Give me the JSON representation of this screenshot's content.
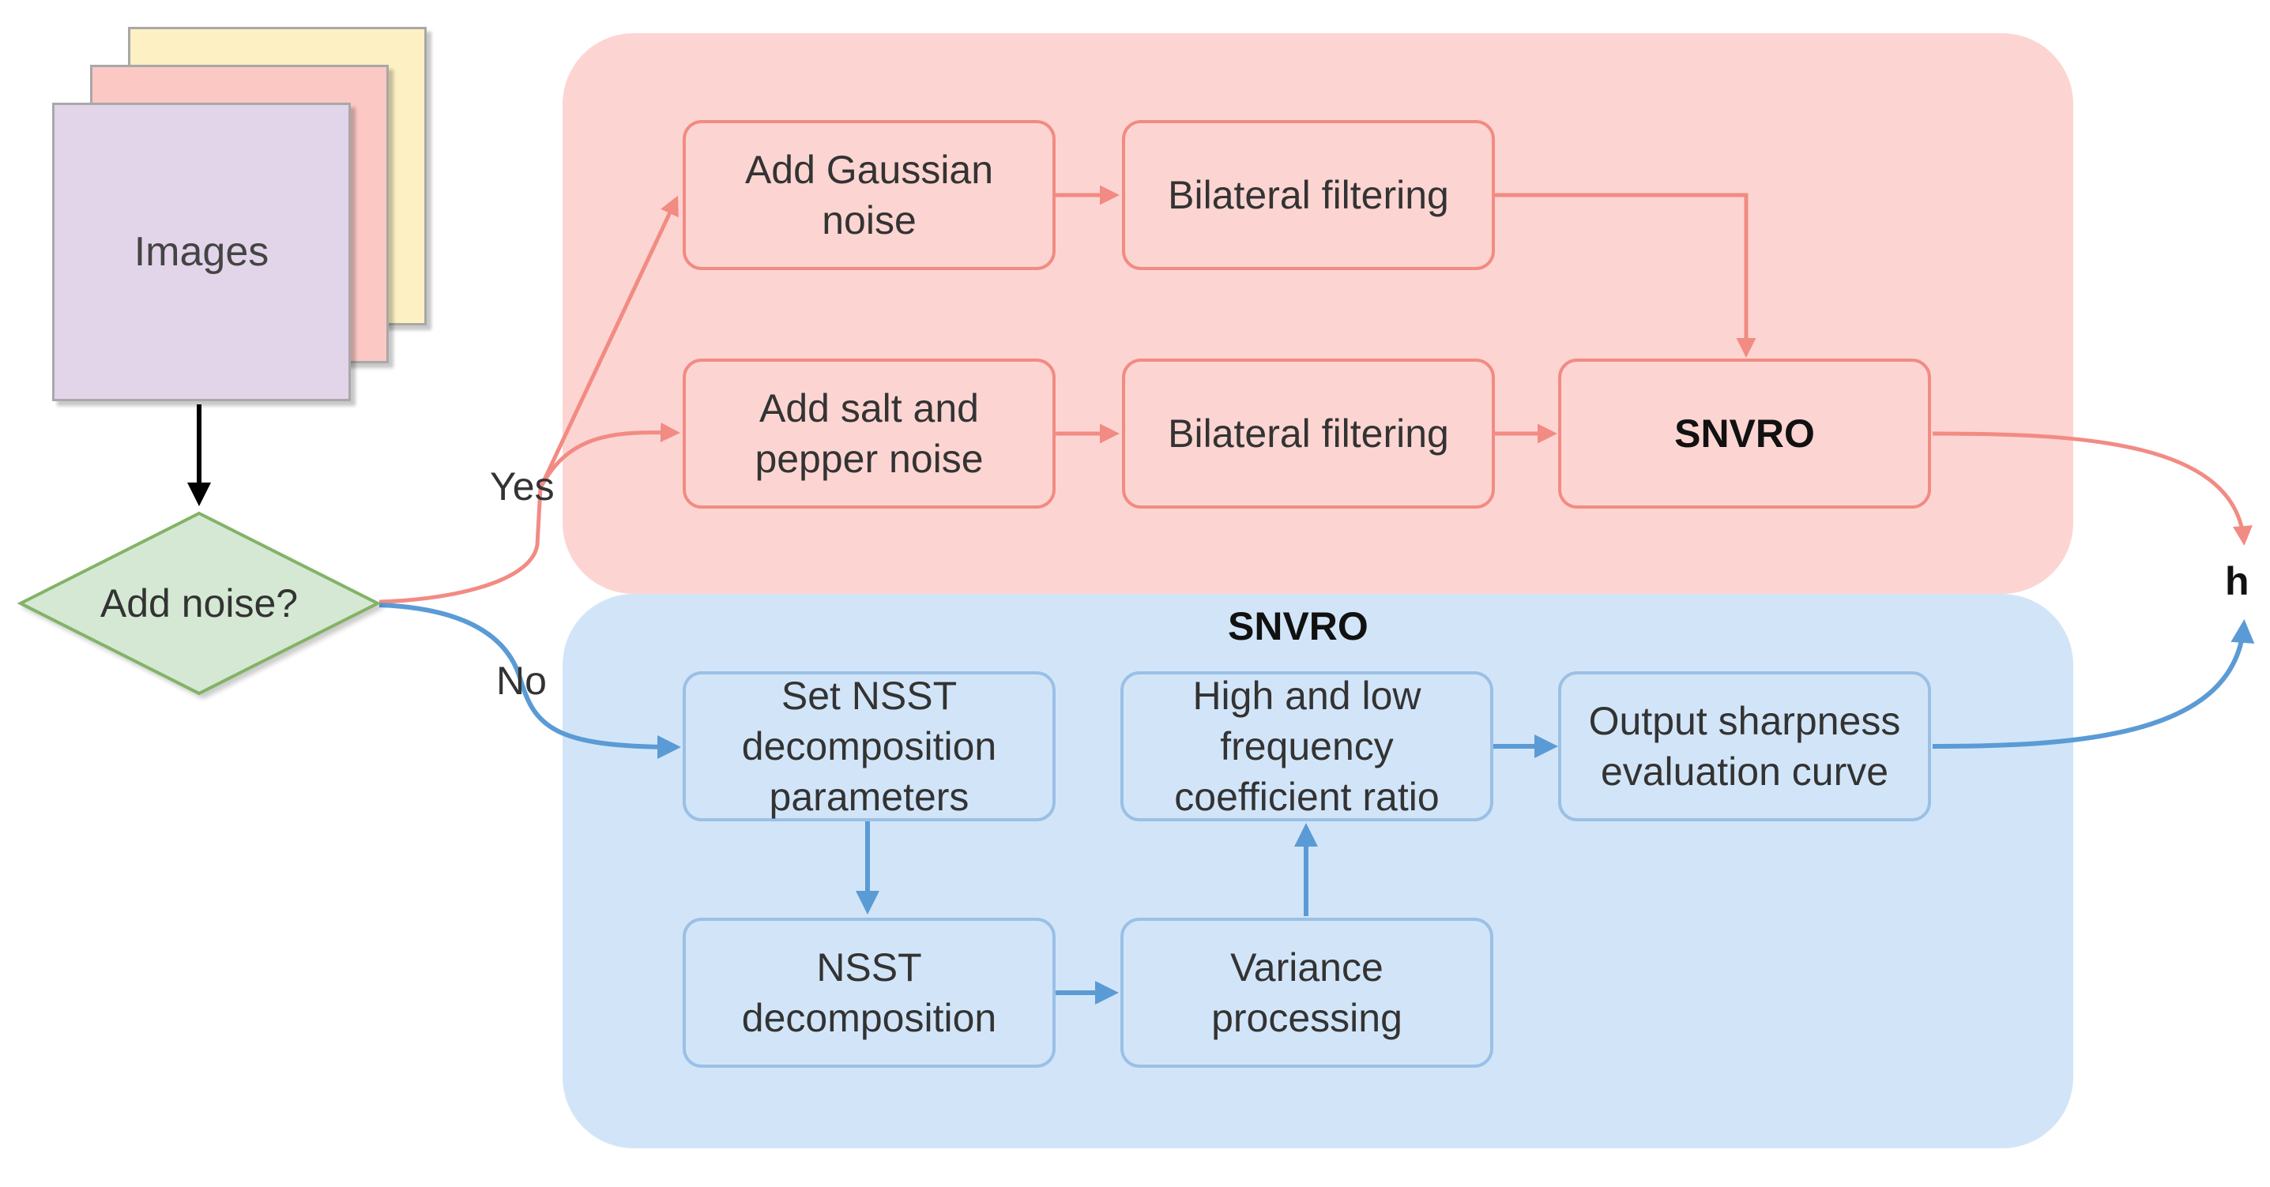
{
  "input": {
    "label": "Images"
  },
  "decision": {
    "label": "Add noise?",
    "yes_label": "Yes",
    "no_label": "No"
  },
  "noise_branch": {
    "gaussian": "Add Gaussian\nnoise",
    "salt_pepper": "Add salt and\npepper noise",
    "filter_top": "Bilateral filtering",
    "filter_bottom": "Bilateral filtering",
    "snvro": "SNVRO"
  },
  "snvro_branch": {
    "title": "SNVRO",
    "set_params": "Set NSST\ndecomposition\nparameters",
    "nsst": "NSST\ndecomposition",
    "variance": "Variance\nprocessing",
    "ratio": "High and low\nfrequency\ncoefficient ratio",
    "output": "Output sharpness\nevaluation curve"
  },
  "output": {
    "label": "h"
  },
  "colors": {
    "red_fill": "#fcd5d2",
    "red_stroke": "#f28b83",
    "blue_fill": "#d2e5f8",
    "blue_stroke": "#9ac0e6",
    "blue_arrow": "#5b9bd5",
    "red_arrow": "#f28b83",
    "diamond_fill": "#d5e8d4",
    "diamond_stroke": "#82b366"
  }
}
